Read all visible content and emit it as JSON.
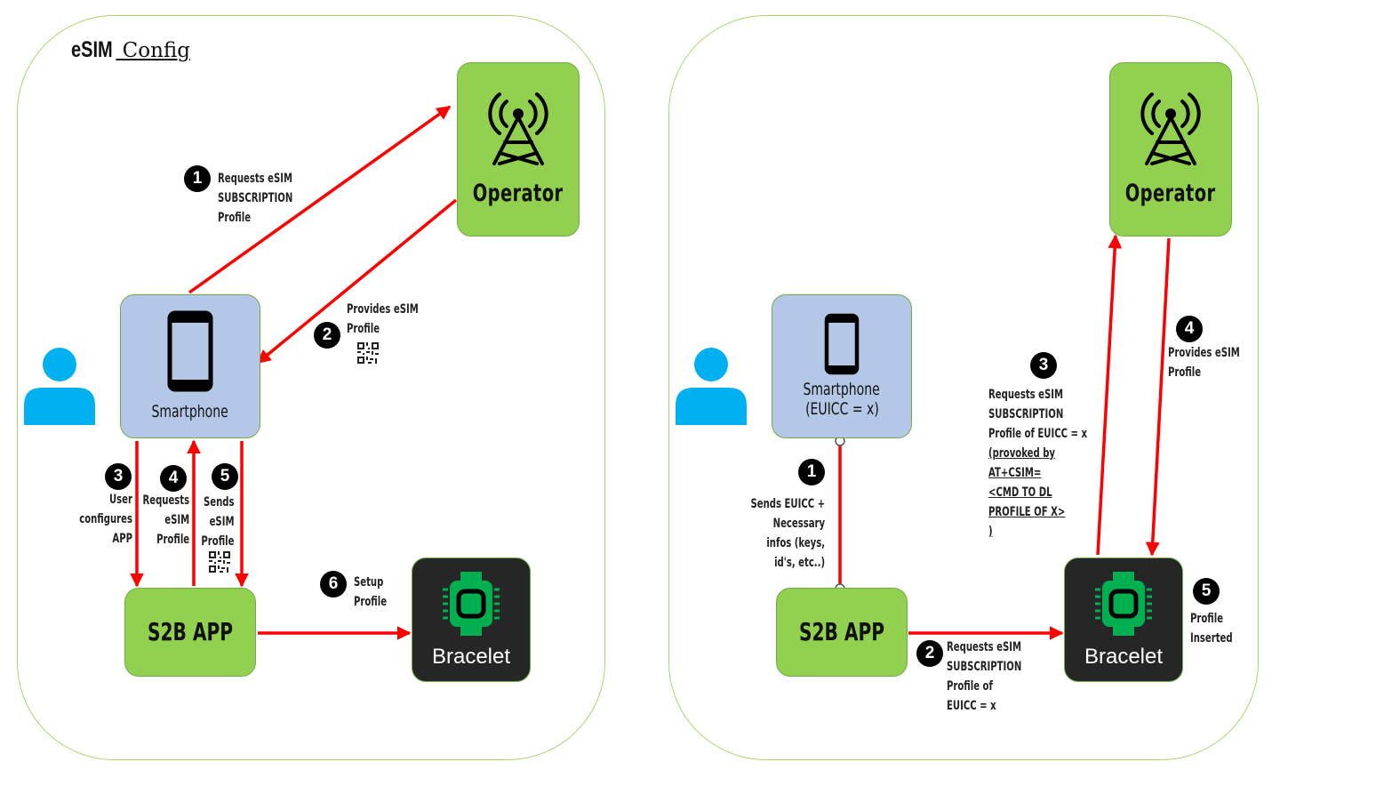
{
  "title": {
    "bold": "eSIM",
    "rest": " Config"
  },
  "left": {
    "operator_label": "Operator",
    "smartphone_label": "Smartphone",
    "s2b_label": "S2B APP",
    "bracelet_label": "Bracelet",
    "steps": [
      {
        "num": "1",
        "lines": [
          "Requests eSIM",
          "SUBSCRIPTION",
          "Profile"
        ]
      },
      {
        "num": "2",
        "lines": [
          "Provides eSIM",
          "Profile"
        ]
      },
      {
        "num": "3",
        "lines": [
          "User",
          "configures",
          "APP"
        ]
      },
      {
        "num": "4",
        "lines": [
          "Requests",
          "eSIM",
          "Profile"
        ]
      },
      {
        "num": "5",
        "lines": [
          "Sends",
          "eSIM",
          "Profile"
        ]
      },
      {
        "num": "6",
        "lines": [
          "Setup",
          "Profile"
        ]
      }
    ]
  },
  "right": {
    "operator_label": "Operator",
    "smartphone_label_1": "Smartphone",
    "smartphone_label_2": "(EUICC = x)",
    "s2b_label": "S2B APP",
    "bracelet_label": "Bracelet",
    "steps": [
      {
        "num": "1",
        "lines": [
          "Sends EUICC +",
          "Necessary",
          "infos (keys,",
          "id's, etc..)"
        ]
      },
      {
        "num": "2",
        "lines": [
          "Requests eSIM",
          "SUBSCRIPTION",
          "Profile of",
          "EUICC = x"
        ]
      },
      {
        "num": "3",
        "lines": [
          "Requests eSIM",
          "SUBSCRIPTION",
          "Profile of EUICC = x"
        ],
        "underlined": [
          "(provoked by",
          "AT+CSIM=",
          "<CMD TO DL",
          "PROFILE OF X>",
          ")"
        ]
      },
      {
        "num": "4",
        "lines": [
          "Provides eSIM",
          "Profile"
        ]
      },
      {
        "num": "5",
        "lines": [
          "Profile",
          "Inserted"
        ]
      }
    ]
  },
  "icons": [
    "antenna-tower-icon",
    "smartphone-icon",
    "user-icon",
    "smartwatch-chip-icon",
    "qr-code-icon"
  ],
  "colors": {
    "arrow": "#ff0000",
    "green": "#92d050",
    "blue": "#b4c7e7",
    "dark": "#262626",
    "user": "#00b0f0"
  }
}
